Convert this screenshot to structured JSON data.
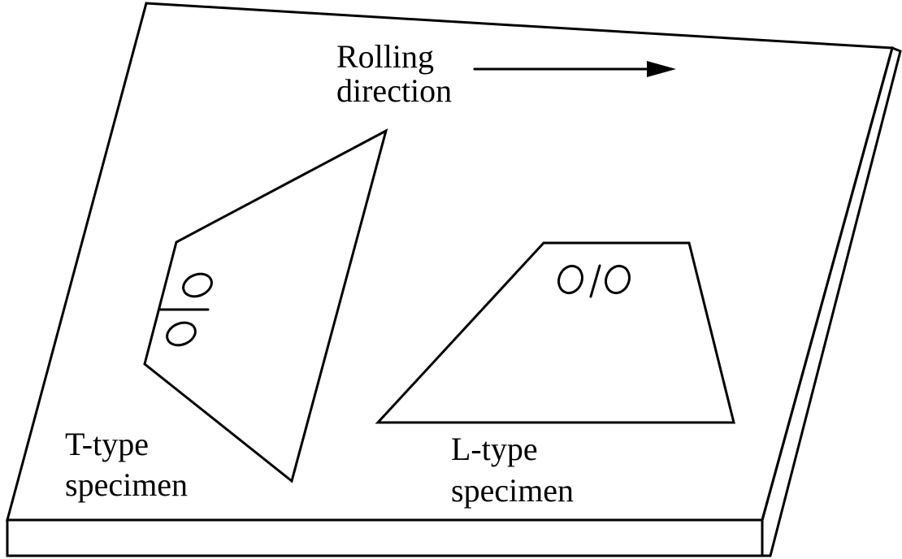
{
  "colors": {
    "background": "#ffffff",
    "ink": "#000000"
  },
  "plate": {
    "rolling_direction_label": [
      "Rolling",
      "direction"
    ]
  },
  "specimens": [
    {
      "name": "t-type",
      "label": [
        "T-type",
        "specimen"
      ]
    },
    {
      "name": "l-type",
      "label": [
        "L-type",
        "specimen"
      ]
    }
  ]
}
